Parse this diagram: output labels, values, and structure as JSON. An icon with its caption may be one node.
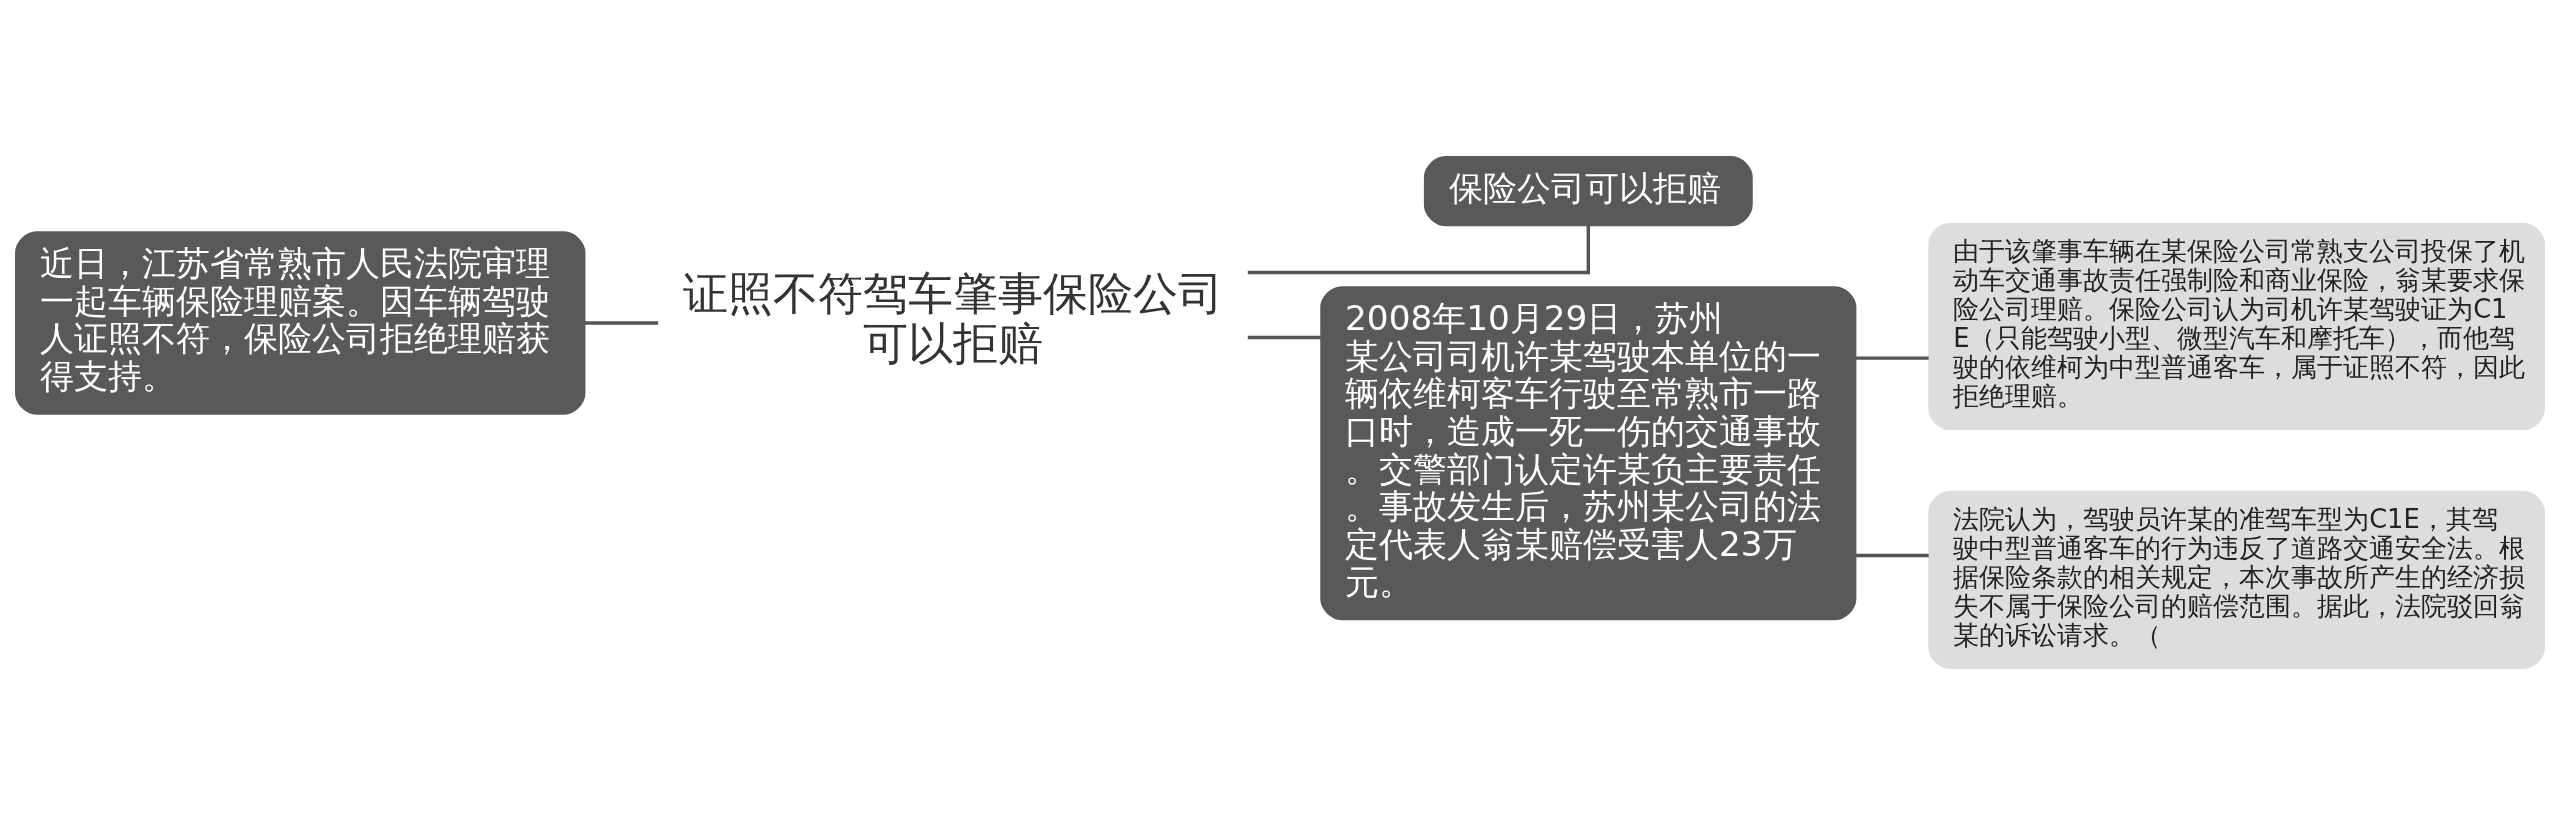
{
  "diagram": {
    "nodes": [
      {
        "text": [
          "近日，江苏省常熟市人民法院审理一起车辆保险理赔案。因车辆驾驶人证照不符，保险公司拒绝理赔获得支持。"
        ]
      },
      {
        "text": [
          "证照不符驾车肇事保险公司可以拒赔"
        ]
      },
      {
        "text": [
          "保险公司可以拒赔"
        ]
      },
      {
        "text": [
          "2008年10月29日，苏州某公司司机许某驾驶本单位的一辆依维柯客车行驶至常熟市一路口时，造成一死一伤的交通事故。交警部门认定许某负主要责任。事故发生后，苏州某公司的法定代表人翁某赔偿受害人23万元。"
        ]
      },
      {
        "text": [
          "由于该肇事车辆在某保险公司常熟支公司投保了机动车交通事故责任强制险和商业保险，翁某要求保险公司理赔。保险公司认为司机许某驾驶证为C1E（只能驾驶小型、微型汽车和摩托车），而他驾驶的依维柯为中型普通客车，属于证照不符，因此拒绝理赔。"
        ]
      },
      {
        "text": [
          "法院认为，驾驶员许某的准驾车型为C1E，其驾驶中型普通客车的行为违反了道路交通安全法。根据保险条款的相关规定，本次事故所产生的经济损失不属于保险公司的赔偿范围。据此，法院驳回翁某的诉讼请求。（"
        ]
      }
    ],
    "edges": [
      {
        "from": 0,
        "to": 1,
        "arrow": "none"
      },
      {
        "from": 1,
        "to": 2,
        "arrow": "none"
      },
      {
        "from": 1,
        "to": 3,
        "arrow": "none"
      },
      {
        "from": 3,
        "to": 4,
        "arrow": "none"
      },
      {
        "from": 3,
        "to": 5,
        "arrow": "none"
      }
    ]
  }
}
